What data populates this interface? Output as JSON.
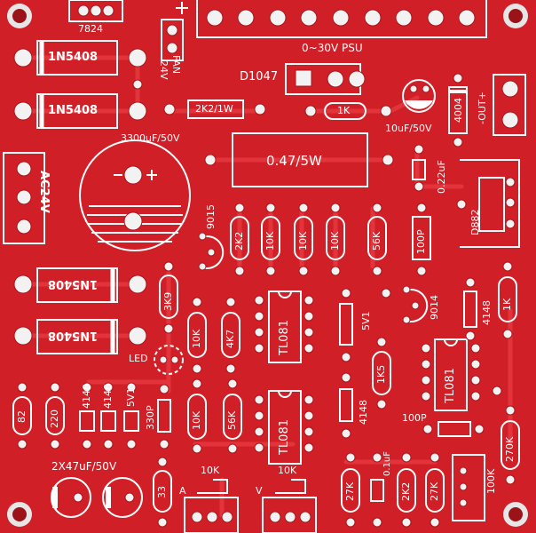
{
  "labels": {
    "reg7824": "7824",
    "d1a": "1N5408",
    "d1b": "1N5408",
    "fan": "FAN",
    "fan_v": "24V",
    "psu": "0~30V  PSU",
    "d1047": "D1047",
    "r2k2w": "2K2/1W",
    "r1k": "1K",
    "cap10u": "10uF/50V",
    "c4004": "4004",
    "out": "-OUT+",
    "cap3300": "3300uF/50V",
    "r047": "0.47/5W",
    "c022": "0.22uF",
    "ac24": "AC24V",
    "t9015": "9015",
    "r2k2": "2K2",
    "r10k_a": "10K",
    "r10k_b": "10K",
    "r10k_c": "10K",
    "r56k": "56K",
    "c100p_a": "100P",
    "d882": "D882",
    "d2a": "1N5408",
    "d2b": "1N5408",
    "r3k9": "3K9",
    "r10k_d": "10K",
    "r4k7": "4K7",
    "tl081_a": "TL081",
    "z5v1_a": "5V1",
    "t9014": "9014",
    "d4148_a": "4148",
    "r1k_b": "1K",
    "led": "LED",
    "r1k5": "1K5",
    "tl081_c": "TL081",
    "r82": "82",
    "r220": "220",
    "d4148_b": "4148",
    "d4148_c": "4148",
    "z5v1_b": "5V1",
    "c330p": "330P",
    "r10k_e": "10K",
    "r56k_b": "56K",
    "tl081_b": "TL081",
    "d4148_d": "4148",
    "c100p_b": "100P",
    "c2x47": "2X47uF/50V",
    "r33": "33",
    "pot10k_a": "10K",
    "pot_a": "A",
    "pot10k_v": "10K",
    "pot_v": "V",
    "r27k_a": "27K",
    "c01u": "0.1uF",
    "r2k2_b": "2K2",
    "r27k_b": "27K",
    "r100k": "100K",
    "r270k": "270K"
  }
}
